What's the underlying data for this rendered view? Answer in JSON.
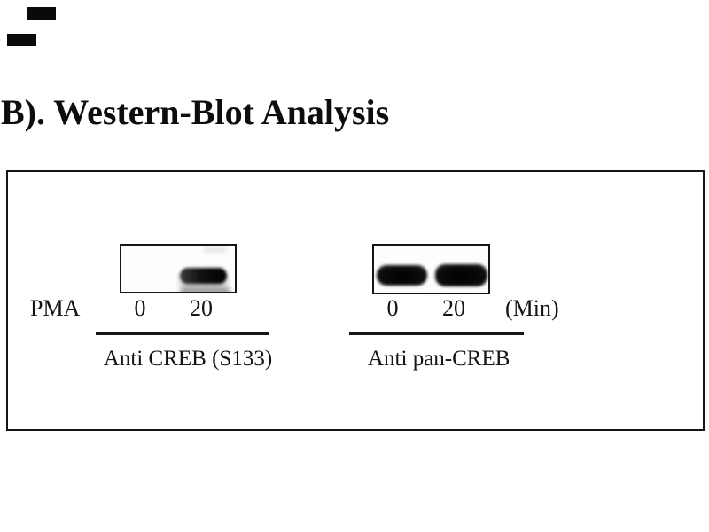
{
  "figure": {
    "title": "B). Western-Blot Analysis",
    "row_label": "PMA",
    "unit_label": "(Min)",
    "panels": [
      {
        "name": "phospho-CREB panel",
        "antibody": "Anti CREB (S133)",
        "lanes": [
          "0",
          "20"
        ],
        "bands": [
          {
            "lane": "0",
            "intensity": "none"
          },
          {
            "lane": "20",
            "intensity": "strong"
          }
        ]
      },
      {
        "name": "total-CREB panel",
        "antibody": "Anti pan-CREB",
        "lanes": [
          "0",
          "20"
        ],
        "bands": [
          {
            "lane": "0",
            "intensity": "strong"
          },
          {
            "lane": "20",
            "intensity": "strong"
          }
        ]
      }
    ]
  },
  "colors": {
    "ink": "#121212",
    "band": "#0b0b0b",
    "background": "#ffffff"
  }
}
